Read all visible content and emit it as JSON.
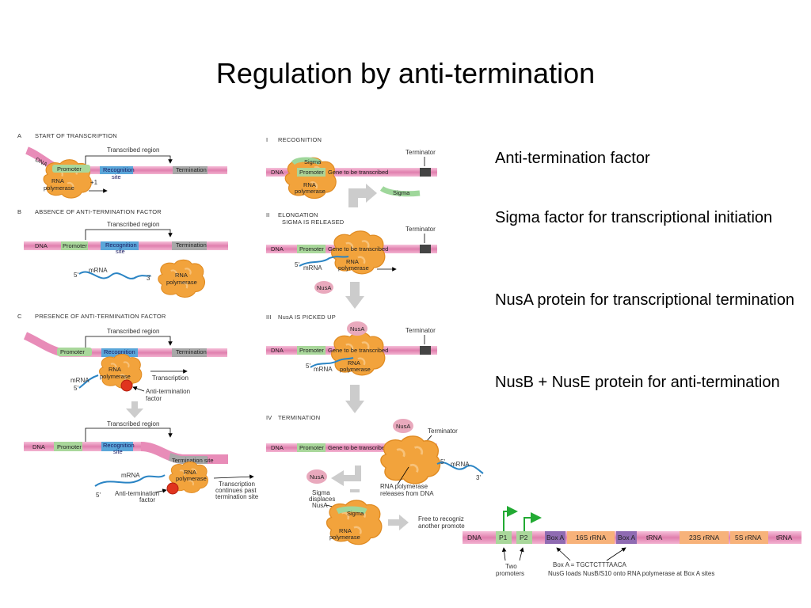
{
  "slide": {
    "title": "Regulation by anti-termination",
    "bullets": [
      "Anti-termination factor",
      "Sigma factor for transcriptional initiation",
      "NusA protein for transcriptional termination",
      "NusB + NusE protein for anti-termination"
    ]
  },
  "colors": {
    "dna_pink": "#e88cb8",
    "promoter_green": "#a9d79b",
    "recognition_blue": "#5aa6d9",
    "termination_gray": "#a8a8a8",
    "polymerase_orange": "#f2a33c",
    "mrna_blue": "#2a84c4",
    "nusa_pink": "#e9a9bd",
    "rrna_orange": "#f7b27a",
    "box_purple": "#8f6bb2",
    "arrow_gray": "#cccccc",
    "factor_red": "#e0341e"
  },
  "left_panel": {
    "a": {
      "letter": "A",
      "heading": "START OF TRANSCRIPTION",
      "transcribed_region": "Transcribed region",
      "dna": "DNA",
      "promoter": "Promoter",
      "recognition": "Recognition",
      "site": "site",
      "termination": "Termination",
      "rna": "RNA",
      "polymerase": "polymerase",
      "plus_one": "+1"
    },
    "b": {
      "letter": "B",
      "heading": "ABSENCE OF ANTI-TERMINATION FACTOR",
      "transcribed_region": "Transcribed region",
      "dna": "DNA",
      "promoter": "Promoter",
      "recognition": "Recognition",
      "site": "site",
      "termination": "Termination",
      "mrna": "mRNA",
      "five": "5'",
      "three": "3'",
      "rna": "RNA",
      "polymerase": "polymerase"
    },
    "c": {
      "letter": "C",
      "heading": "PRESENCE OF ANTI-TERMINATION FACTOR",
      "transcribed_region": "Transcribed region",
      "promoter": "Promoter",
      "recognition": "Recognition",
      "site": "site",
      "termination": "Termination",
      "rna": "RNA",
      "polymerase": "polymerase",
      "transcription": "Transcription",
      "mrna": "mRNA",
      "five": "5'",
      "anti": "Anti-termination",
      "factor": "factor"
    },
    "d": {
      "transcribed_region": "Transcribed region",
      "dna": "DNA",
      "promoter": "Promoter",
      "recognition": "Recognition",
      "site": "site",
      "termination_site": "Termination site",
      "mrna": "mRNA",
      "five": "5'",
      "rna": "RNA",
      "polymerase": "polymerase",
      "anti": "Anti-termination",
      "factor": "factor",
      "cont1": "Transcription",
      "cont2": "continues past",
      "cont3": "termination site"
    }
  },
  "middle_panel": {
    "i": {
      "numeral": "I",
      "heading": "RECOGNITION",
      "sigma": "Sigma",
      "terminator": "Terminator",
      "dna": "DNA",
      "promoter": "Promoter",
      "gene": "Gene to be transcribed",
      "rna": "RNA",
      "polymerase": "polymerase",
      "sigma_free": "Sigma"
    },
    "ii": {
      "numeral": "II",
      "heading1": "ELONGATION",
      "heading2": "SIGMA IS RELEASED",
      "terminator": "Terminator",
      "dna": "DNA",
      "promoter": "Promoter",
      "gene": "Gene to be transcribed",
      "five": "5'",
      "mrna": "mRNA",
      "rna": "RNA",
      "polymerase": "polymerase",
      "nusa": "NusA"
    },
    "iii": {
      "numeral": "III",
      "heading": "NusA IS PICKED UP",
      "nusa": "NusA",
      "terminator": "Terminator",
      "dna": "DNA",
      "promoter": "Promoter",
      "gene": "Gene to be transcribed",
      "five": "5'",
      "mrna": "mRNA",
      "rna": "RNA",
      "polymerase": "polymerase"
    },
    "iv": {
      "numeral": "IV",
      "heading": "TERMINATION",
      "nusa": "NusA",
      "terminator": "Terminator",
      "dna": "DNA",
      "promoter": "Promoter",
      "gene": "Gene to be transcribed",
      "five": "5'",
      "mrna": "mRNA",
      "three": "3'",
      "nusa_free": "NusA",
      "rel1": "RNA polymerase",
      "rel2": "releases from DNA",
      "disp1": "Sigma",
      "disp2": "displaces",
      "disp3": "NusA",
      "sigma": "Sigma",
      "rna": "RNA",
      "polymerase": "polymerase",
      "free1": "Free to recogniz",
      "free2": "another promote"
    }
  },
  "operon": {
    "dna": "DNA",
    "p1": "P1",
    "p2": "P2",
    "box_a_1": "Box A",
    "rrna16": "16S rRNA",
    "box_a_2": "Box A",
    "trna1": "tRNA",
    "rrna23": "23S rRNA",
    "rrna5": "5S rRNA",
    "trna2": "tRNA",
    "two": "Two",
    "promoters": "promoters",
    "box_seq": "Box A = TGCTCTTTAACA",
    "nusg": "NusG loads NusB/S10 onto RNA polymerase at Box A sites"
  }
}
